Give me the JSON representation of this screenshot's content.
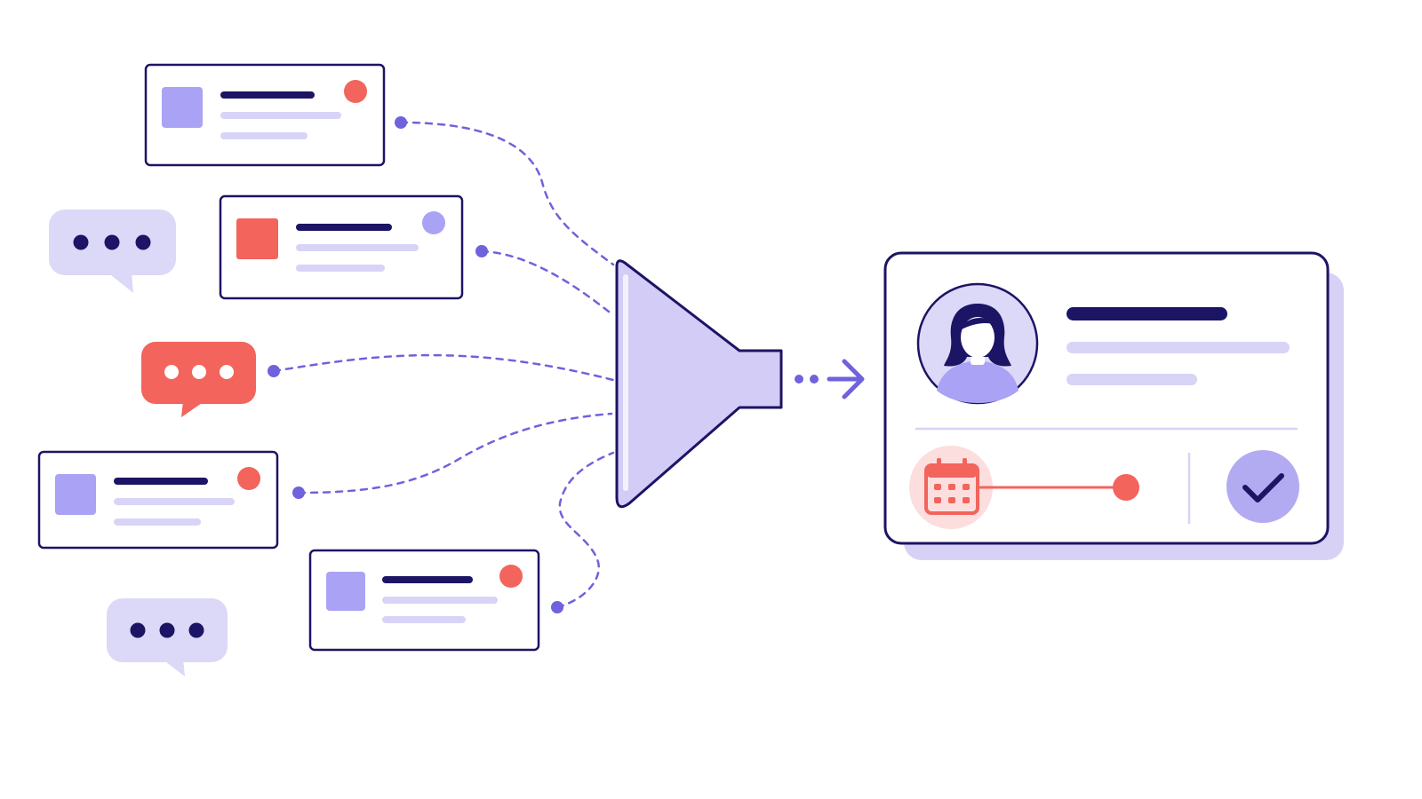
{
  "colors": {
    "background": "#ffffff",
    "navy": "#1c1464",
    "lavender": "#aaa2f4",
    "lavender_light": "#dcd8f7",
    "lavender_fill": "#d2ccf6",
    "coral": "#f2645c",
    "coral_light": "#fbdedd",
    "connector": "#6f62dc",
    "card_shadow": "#d7d2f5",
    "line_light": "#d8d4f7",
    "check_bg": "#b3abf1"
  },
  "inputs": {
    "cards": [
      {
        "thumb": "lavender",
        "dot": "coral"
      },
      {
        "thumb": "coral",
        "dot": "lavender"
      },
      {
        "thumb": "lavender",
        "dot": "coral"
      },
      {
        "thumb": "lavender",
        "dot": "coral"
      }
    ],
    "bubbles": [
      {
        "style": "lavender-bubble"
      },
      {
        "style": "coral-bubble"
      },
      {
        "style": "lavender-bubble"
      }
    ]
  },
  "funnel": {
    "icon": "funnel-icon"
  },
  "output": {
    "icons": [
      "avatar-icon",
      "calendar-icon",
      "checkmark-icon",
      "arrow-right-icon"
    ],
    "status": "confirmed"
  }
}
